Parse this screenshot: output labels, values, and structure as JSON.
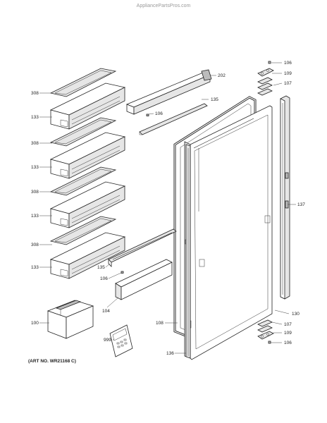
{
  "watermark": "AppliancePartsPros.com",
  "art_number": "(ART NO. WR21168 C)",
  "callouts": {
    "c106_top": "106",
    "c109_top": "109",
    "c107_top": "107",
    "c202": "202",
    "c135_top": "135",
    "c106_mid": "106",
    "c137": "137",
    "c308_1": "308",
    "c133_1": "133",
    "c308_2": "308",
    "c133_2": "133",
    "c308_3": "308",
    "c133_3": "133",
    "c308_4": "308",
    "c133_4": "133",
    "c135_low": "135",
    "c106_low": "106",
    "c104": "104",
    "c130": "130",
    "c100": "100",
    "c108": "108",
    "c107_bot": "107",
    "c109_bot": "109",
    "c999": "999",
    "c106_bot": "106",
    "c136": "136"
  }
}
